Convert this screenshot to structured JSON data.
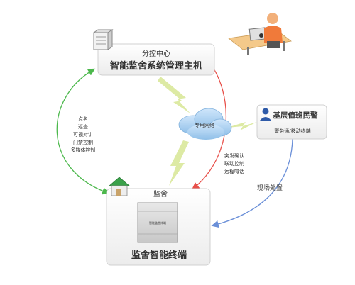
{
  "top_box": {
    "subtitle": "分控中心",
    "title": "智能监舍系统管理主机"
  },
  "bottom_box": {
    "header": "监舍",
    "title": "监舍智能终端",
    "device_label": "智能监舍终端"
  },
  "police_box": {
    "title": "基层值班民警",
    "subtitle": "警务通/移动终端"
  },
  "cloud": {
    "label": "专用网络"
  },
  "left_labels": [
    "点名",
    "巡查",
    "可视对讲",
    "门禁控制",
    "多媒体控制"
  ],
  "right_labels": [
    "突发确认",
    "联动控制",
    "远程喊话"
  ],
  "scene_label": "现场处置",
  "colors": {
    "green": "#4cb84c",
    "red": "#e8504a",
    "blue": "#6a8fd8",
    "lightning": "#d9e89a"
  }
}
